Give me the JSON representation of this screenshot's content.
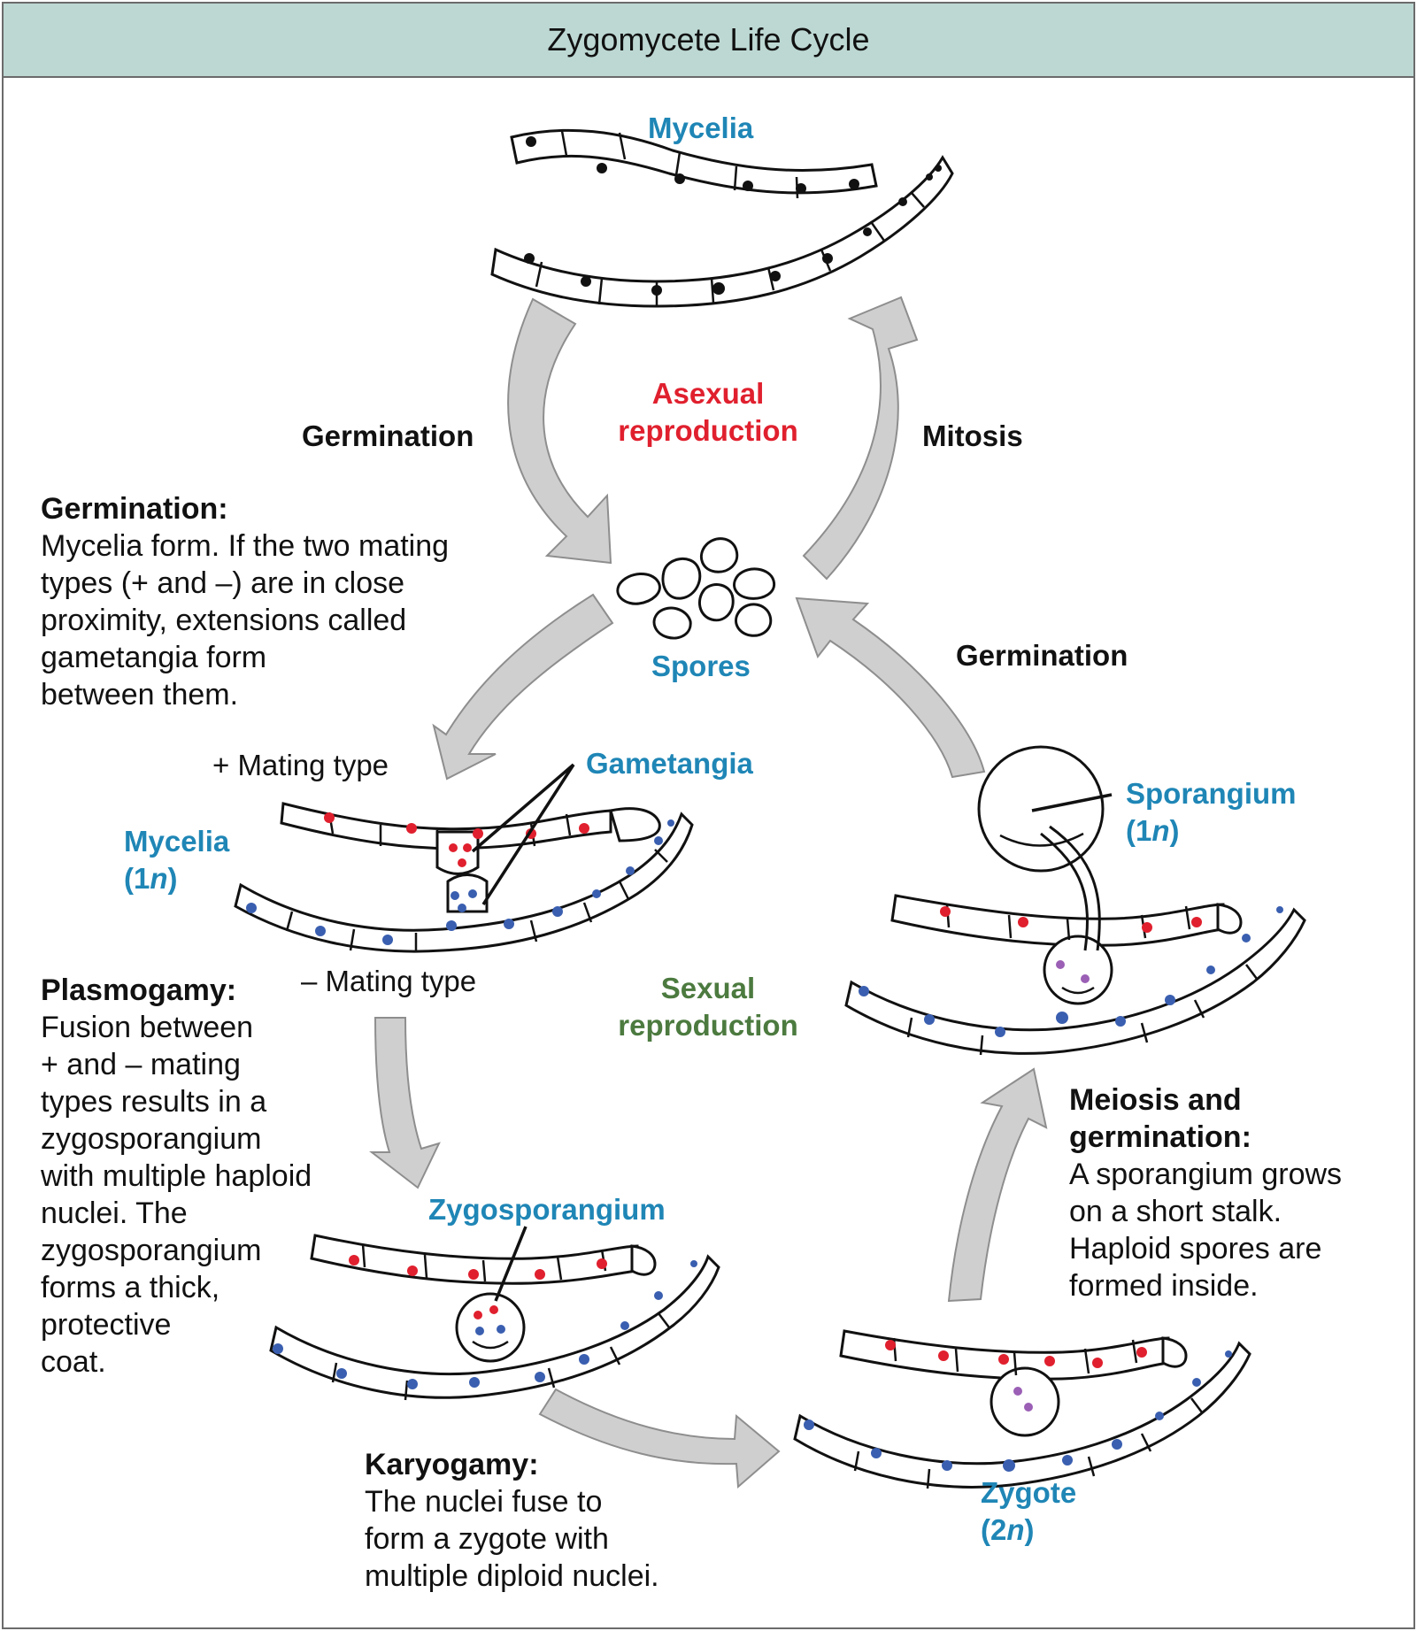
{
  "title": "Zygomycete Life Cycle",
  "labels": {
    "mycelia_top": "Mycelia",
    "asexual": "Asexual\nreproduction",
    "sexual": "Sexual\nreproduction",
    "germination_left": "Germination",
    "mitosis": "Mitosis",
    "spores": "Spores",
    "germination_right": "Germination",
    "plus_mating": "+ Mating type",
    "minus_mating": "– Mating type",
    "gametangia": "Gametangia",
    "mycelia_1n_a": "Mycelia",
    "mycelia_1n_b": "(1",
    "mycelia_1n_n": "n",
    "mycelia_1n_c": ")",
    "sporangium_a": "Sporangium",
    "sporangium_b": "(1",
    "sporangium_n": "n",
    "sporangium_c": ")",
    "zygosporangium": "Zygosporangium",
    "zygote_a": "Zygote",
    "zygote_b": "(2",
    "zygote_n": "n",
    "zygote_c": ")"
  },
  "steps": {
    "germination": {
      "heading": "Germination:",
      "text": "Mycelia form. If the two mating\ntypes (+ and –) are in close\nproximity, extensions called\ngametangia form\nbetween them."
    },
    "plasmogamy": {
      "heading": "Plasmogamy:",
      "text": "Fusion between\n+ and – mating\ntypes results in a\nzygosporangium\nwith multiple haploid\nnuclei. The\nzygosporangium\nforms a thick,\nprotective\ncoat."
    },
    "karyogamy": {
      "heading": "Karyogamy:",
      "text": "The nuclei fuse to\nform a zygote with\nmultiple diploid nuclei."
    },
    "meiosis": {
      "heading": "Meiosis and\ngermination:",
      "text": "A sporangium grows\non a short stalk.\nHaploid spores are\nformed inside."
    }
  },
  "colors": {
    "plus_nucleus": "#e0202e",
    "minus_nucleus": "#3a5fb0",
    "diploid_nucleus": "#9b5fb5",
    "haploid_nucleus": "#111111",
    "arrow_fill": "#cfcfcf",
    "label_blue": "#1f86b6",
    "label_red": "#e0202e",
    "label_green": "#4c7a3f",
    "header_bg": "#bdd8d3"
  }
}
